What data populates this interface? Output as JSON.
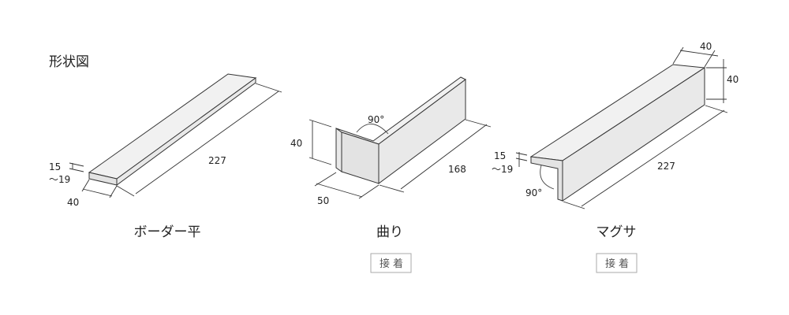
{
  "heading": "形状図",
  "items": [
    {
      "name": "ボーダー平",
      "dims": {
        "thickness": "15",
        "thickness2": "～19",
        "width": "40",
        "length": "227"
      }
    },
    {
      "name": "曲り",
      "badge": "接着",
      "dims": {
        "angle": "90°",
        "height": "40",
        "width": "50",
        "length": "168"
      }
    },
    {
      "name": "マグサ",
      "badge": "接着",
      "dims": {
        "top_depth": "40",
        "top_height": "40",
        "thickness": "15",
        "thickness2": "～19",
        "angle": "90°",
        "length": "227"
      }
    }
  ]
}
